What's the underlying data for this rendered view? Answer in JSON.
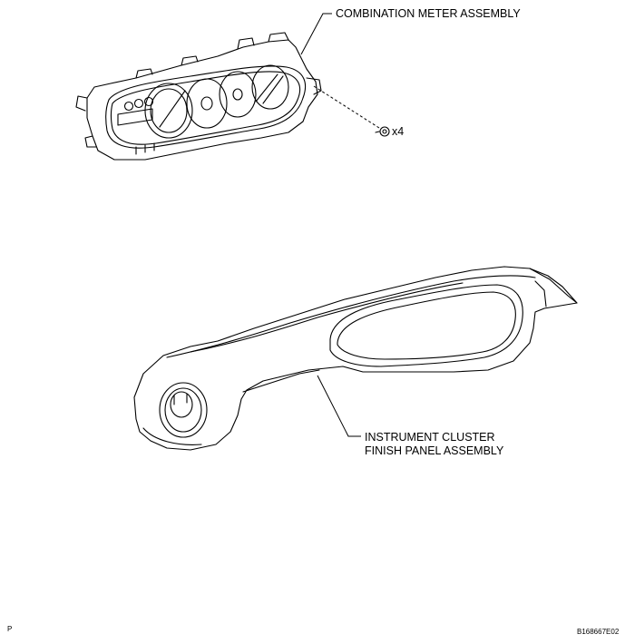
{
  "labels": {
    "combination_meter": "COMBINATION METER ASSEMBLY",
    "screw_count": "x4",
    "finish_panel_line1": "INSTRUMENT CLUSTER",
    "finish_panel_line2": "FINISH PANEL ASSEMBLY"
  },
  "footer": {
    "left_code": "P",
    "right_code": "B168667E02"
  }
}
